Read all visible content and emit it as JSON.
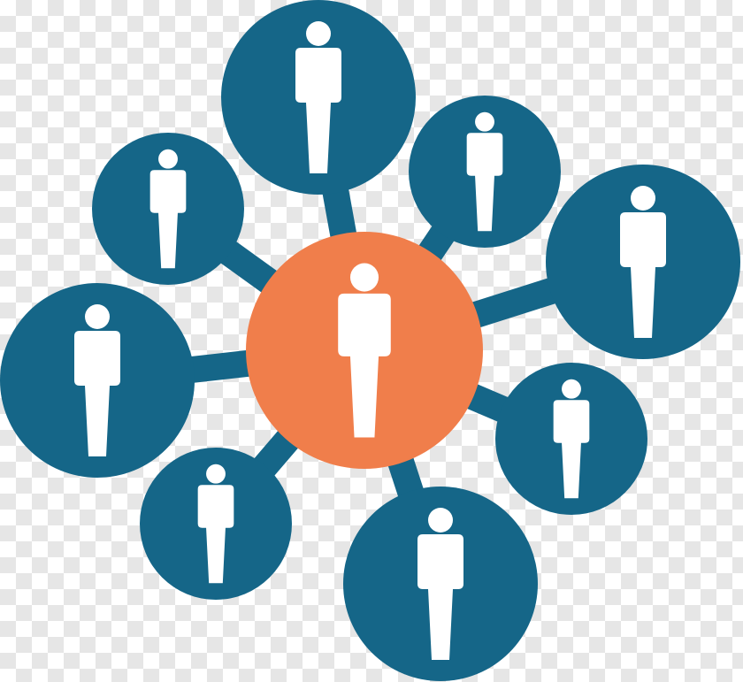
{
  "colors": {
    "hub": "#f07e4b",
    "node": "#156688",
    "connector": "#156688",
    "figure": "#ffffff"
  },
  "icons": {
    "hub": "person-icon",
    "node": "person-icon"
  },
  "diagram": {
    "type": "hub-and-spoke network",
    "hub": {
      "name": "center-person"
    },
    "nodes": [
      {
        "name": "person-top"
      },
      {
        "name": "person-top-right"
      },
      {
        "name": "person-right"
      },
      {
        "name": "person-bottom-right"
      },
      {
        "name": "person-bottom"
      },
      {
        "name": "person-bottom-left"
      },
      {
        "name": "person-left"
      },
      {
        "name": "person-top-left"
      }
    ]
  }
}
